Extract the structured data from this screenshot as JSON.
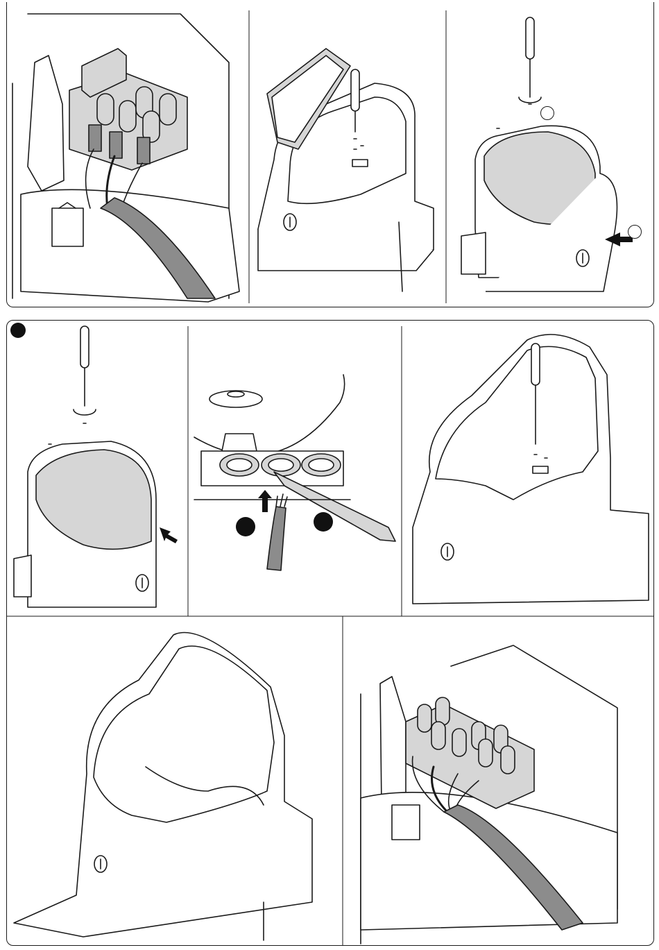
{
  "document": {
    "type": "installation-instruction-figure-sheet",
    "rows": 3,
    "panels": [
      {
        "id": "panel-1",
        "group": "top",
        "icon": "wiring-terminal-block-3-way-icon"
      },
      {
        "id": "panel-2",
        "group": "top",
        "icon": "battery-pack-screw-installation-icon"
      },
      {
        "id": "panel-3",
        "group": "top",
        "icon": "cover-screw-fastening-icon"
      },
      {
        "id": "panel-4",
        "group": "bottom",
        "icon": "cover-screw-removal-icon"
      },
      {
        "id": "panel-5",
        "group": "bottom",
        "icon": "cable-grommet-cutting-icon"
      },
      {
        "id": "panel-6",
        "group": "bottom",
        "icon": "housing-screw-insertion-icon"
      },
      {
        "id": "panel-7",
        "group": "bottom",
        "icon": "housing-wiring-icon"
      },
      {
        "id": "panel-8",
        "group": "bottom",
        "icon": "wiring-terminal-block-5-way-icon"
      }
    ],
    "step_markers": [
      {
        "id": "marker-a",
        "style": "hollow",
        "label": ""
      },
      {
        "id": "marker-b",
        "style": "hollow",
        "label": ""
      },
      {
        "id": "marker-c",
        "style": "solid",
        "label": ""
      },
      {
        "id": "marker-d",
        "style": "solid",
        "label": ""
      },
      {
        "id": "marker-e",
        "style": "solid",
        "label": ""
      }
    ],
    "colors": {
      "line": "#1a1a1a",
      "cable_fill": "#8c8c8c",
      "cover_fill": "#d6d6d6",
      "background": "#ffffff"
    }
  }
}
